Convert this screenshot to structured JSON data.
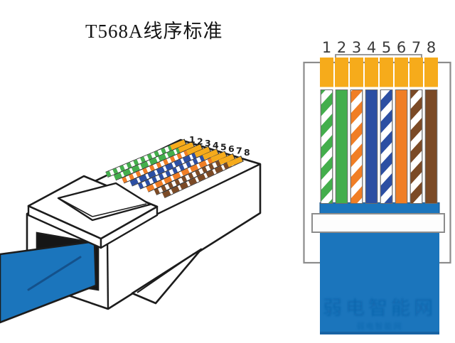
{
  "title": "T568A线序标准",
  "standard": "T568A",
  "colors": {
    "ink": "#1C1C1C",
    "gold": "#F6AB1B",
    "green": "#43AE4C",
    "orange": "#F07E25",
    "blue": "#2C4FA3",
    "brown": "#7B4A26",
    "cable_blue": "#1B75BC",
    "cable_stroke": "#14518B",
    "outline_gray": "#8C8C8C",
    "number_ink": "#3A3A3A",
    "watermark_blue": "#0A5FA6"
  },
  "pins": [
    {
      "number": "1",
      "name": "white-green",
      "type": "striped",
      "base": "green"
    },
    {
      "number": "2",
      "name": "green",
      "type": "solid",
      "base": "green"
    },
    {
      "number": "3",
      "name": "white-orange",
      "type": "striped",
      "base": "orange"
    },
    {
      "number": "4",
      "name": "blue",
      "type": "solid",
      "base": "blue"
    },
    {
      "number": "5",
      "name": "white-blue",
      "type": "striped",
      "base": "blue"
    },
    {
      "number": "6",
      "name": "orange",
      "type": "solid",
      "base": "orange"
    },
    {
      "number": "7",
      "name": "white-brown",
      "type": "striped",
      "base": "brown"
    },
    {
      "number": "8",
      "name": "brown",
      "type": "solid",
      "base": "brown"
    }
  ],
  "watermark": {
    "line1": "弱电智能网",
    "line2": "弱电智能网"
  }
}
